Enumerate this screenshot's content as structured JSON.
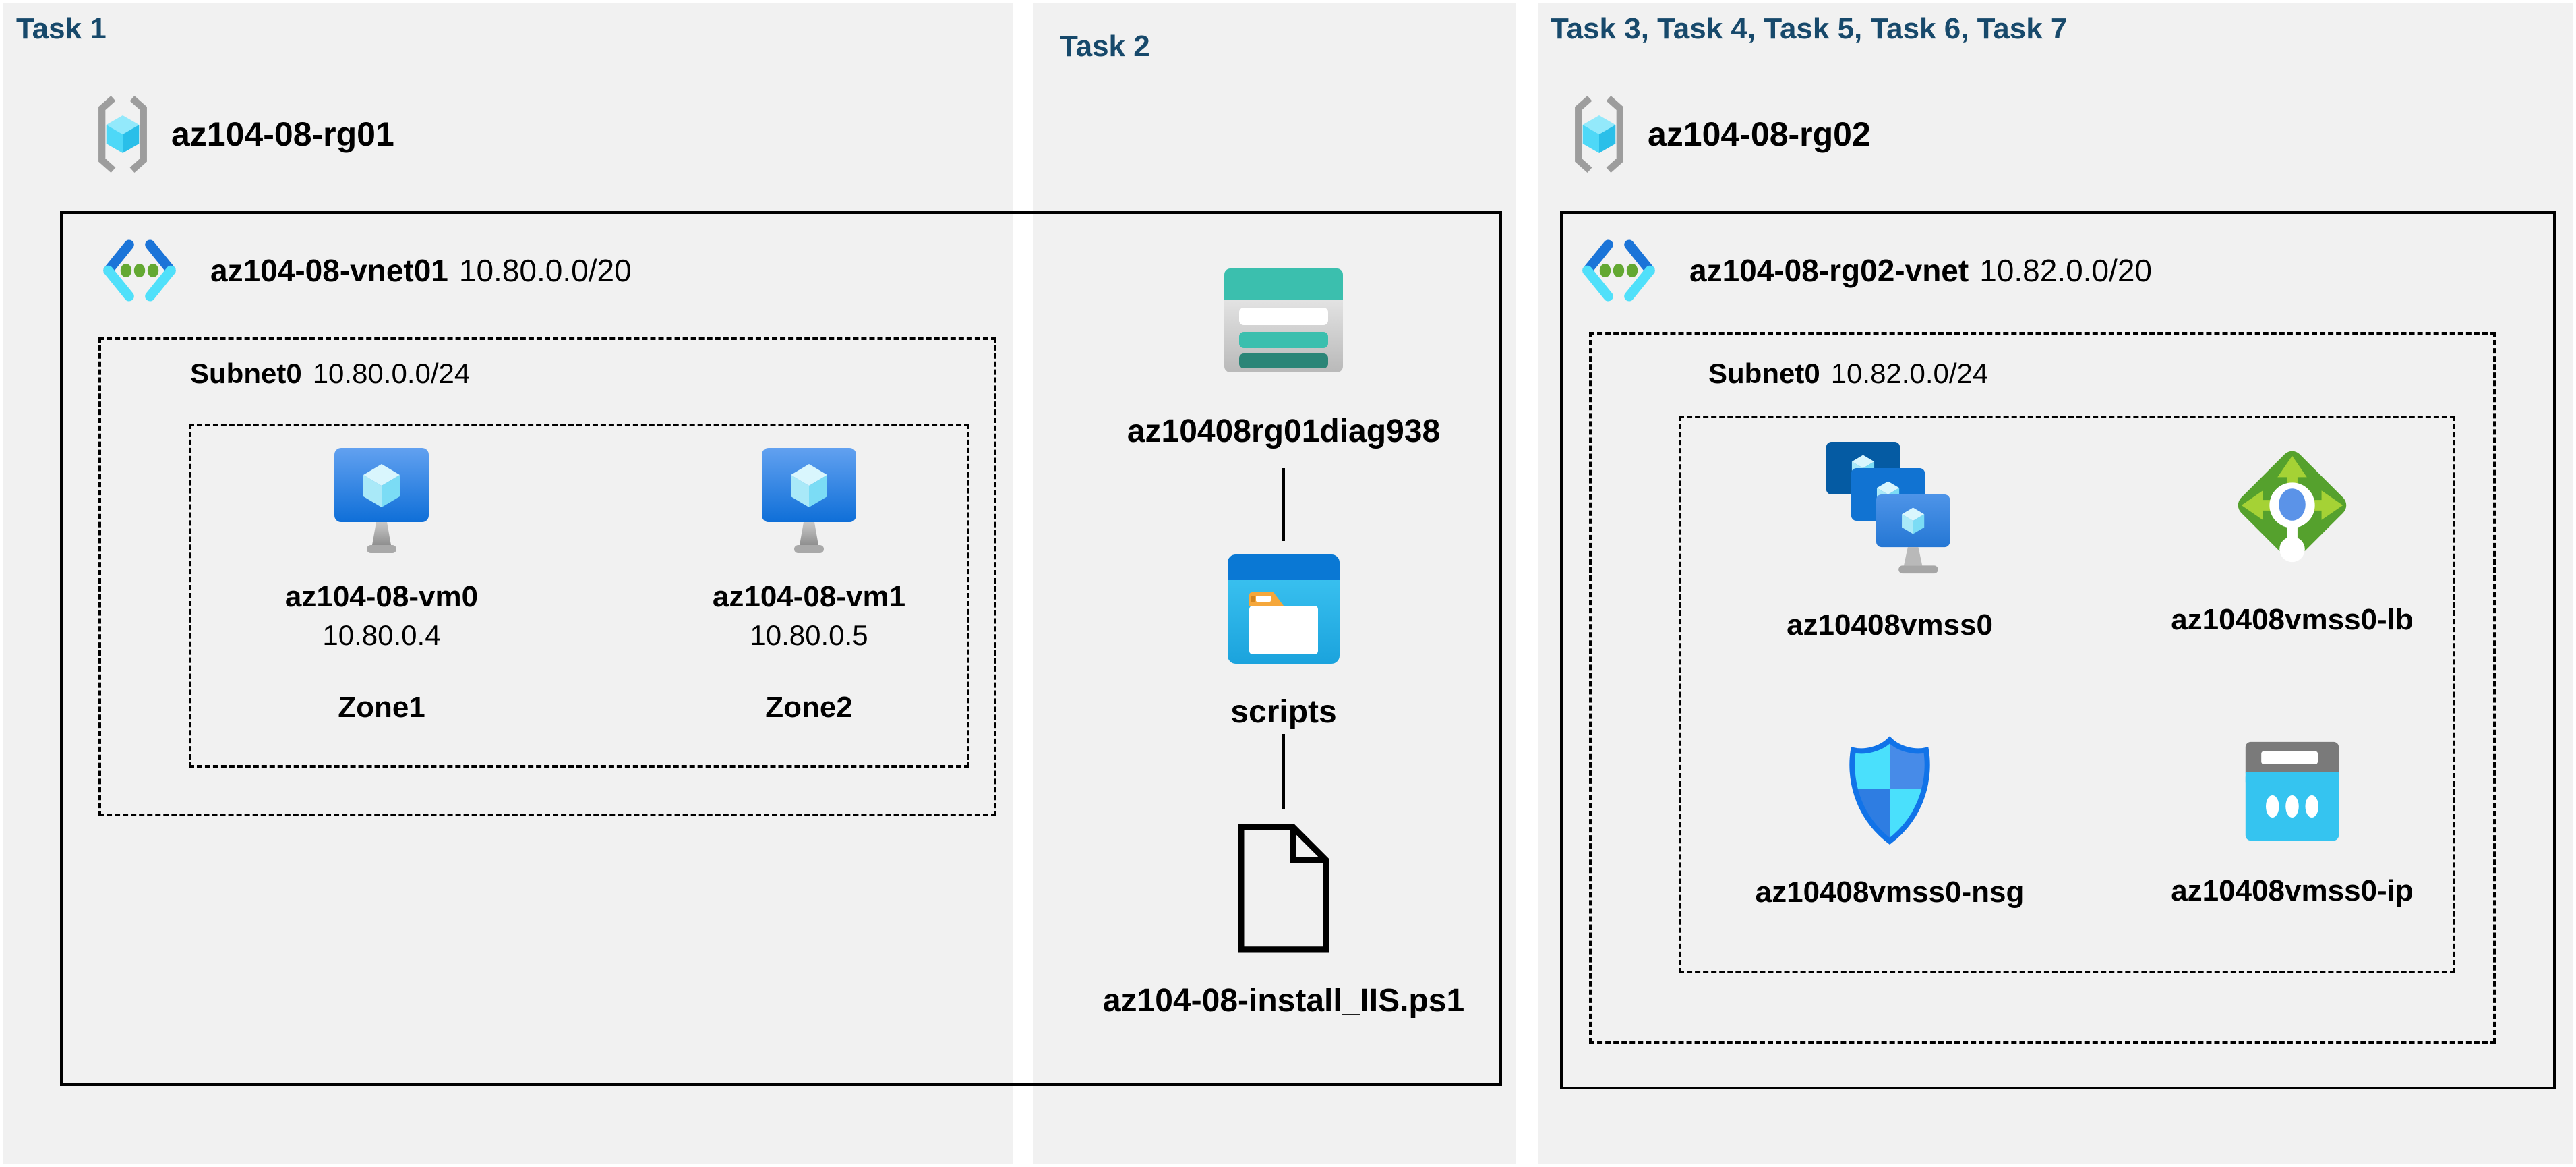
{
  "colors": {
    "panel_bg": "#f1f1f1",
    "heading": "#17496b",
    "diagram_border": "#000000",
    "storage_teal": "#3bbfae",
    "blob_blue": "#0a78d4",
    "lb_green": "#55a12d",
    "ip_cyan": "#35c4f0",
    "nsg_border_blue": "#1173e8",
    "vm_screen_blue": "#1272d8"
  },
  "task1": {
    "title": "Task 1",
    "resource_group": "az104-08-rg01",
    "vnet": {
      "name": "az104-08-vnet01",
      "cidr": "10.80.0.0/20"
    },
    "subnet": {
      "name": "Subnet0",
      "cidr": "10.80.0.0/24"
    },
    "vms": [
      {
        "name": "az104-08-vm0",
        "ip": "10.80.0.4",
        "zone": "Zone1"
      },
      {
        "name": "az104-08-vm1",
        "ip": "10.80.0.5",
        "zone": "Zone2"
      }
    ]
  },
  "task2": {
    "title": "Task 2",
    "storage_account": "az10408rg01diag938",
    "container": "scripts",
    "script_file": "az104-08-install_IIS.ps1"
  },
  "task3": {
    "title": "Task 3, Task 4, Task 5, Task 6, Task 7",
    "resource_group": "az104-08-rg02",
    "vnet": {
      "name": "az104-08-rg02-vnet",
      "cidr": "10.82.0.0/20"
    },
    "subnet": {
      "name": "Subnet0",
      "cidr": "10.82.0.0/24"
    },
    "vmss": "az10408vmss0",
    "load_balancer": "az10408vmss0-lb",
    "nsg": "az10408vmss0-nsg",
    "public_ip": "az10408vmss0-ip"
  }
}
